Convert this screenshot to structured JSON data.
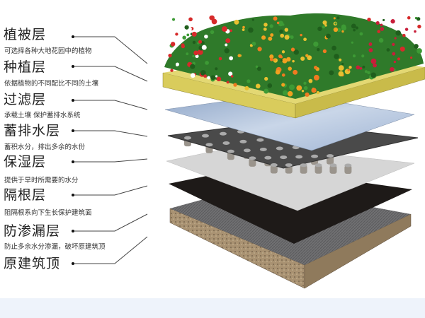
{
  "layers": [
    {
      "title": "植被层",
      "desc": "可选择各种大地花园中的植物"
    },
    {
      "title": "种植层",
      "desc": "依据植物的不同配比不同的土壤"
    },
    {
      "title": "过滤层",
      "desc": "承载土壤 保护蓄排水系统"
    },
    {
      "title": "蓄排水层",
      "desc": "蓄积水分，排出多余的水份"
    },
    {
      "title": "保湿层",
      "desc": "提供于旱时所需要的水分"
    },
    {
      "title": "隔根层",
      "desc": "阻隔根系向下生长保护建筑面"
    },
    {
      "title": "防渗漏层",
      "desc": "防止多余水分渗漏，破坏原建筑顶"
    },
    {
      "title": "原建筑顶",
      "desc": ""
    }
  ],
  "colors": {
    "soil": "#e3d873",
    "filter": "#a9bcd6",
    "drain": "#4a4a4a",
    "moisture": "#d6d6d6",
    "root_barrier": "#1e1a18",
    "waterproof": "#6e6e70",
    "concrete": "#a08a6a"
  }
}
